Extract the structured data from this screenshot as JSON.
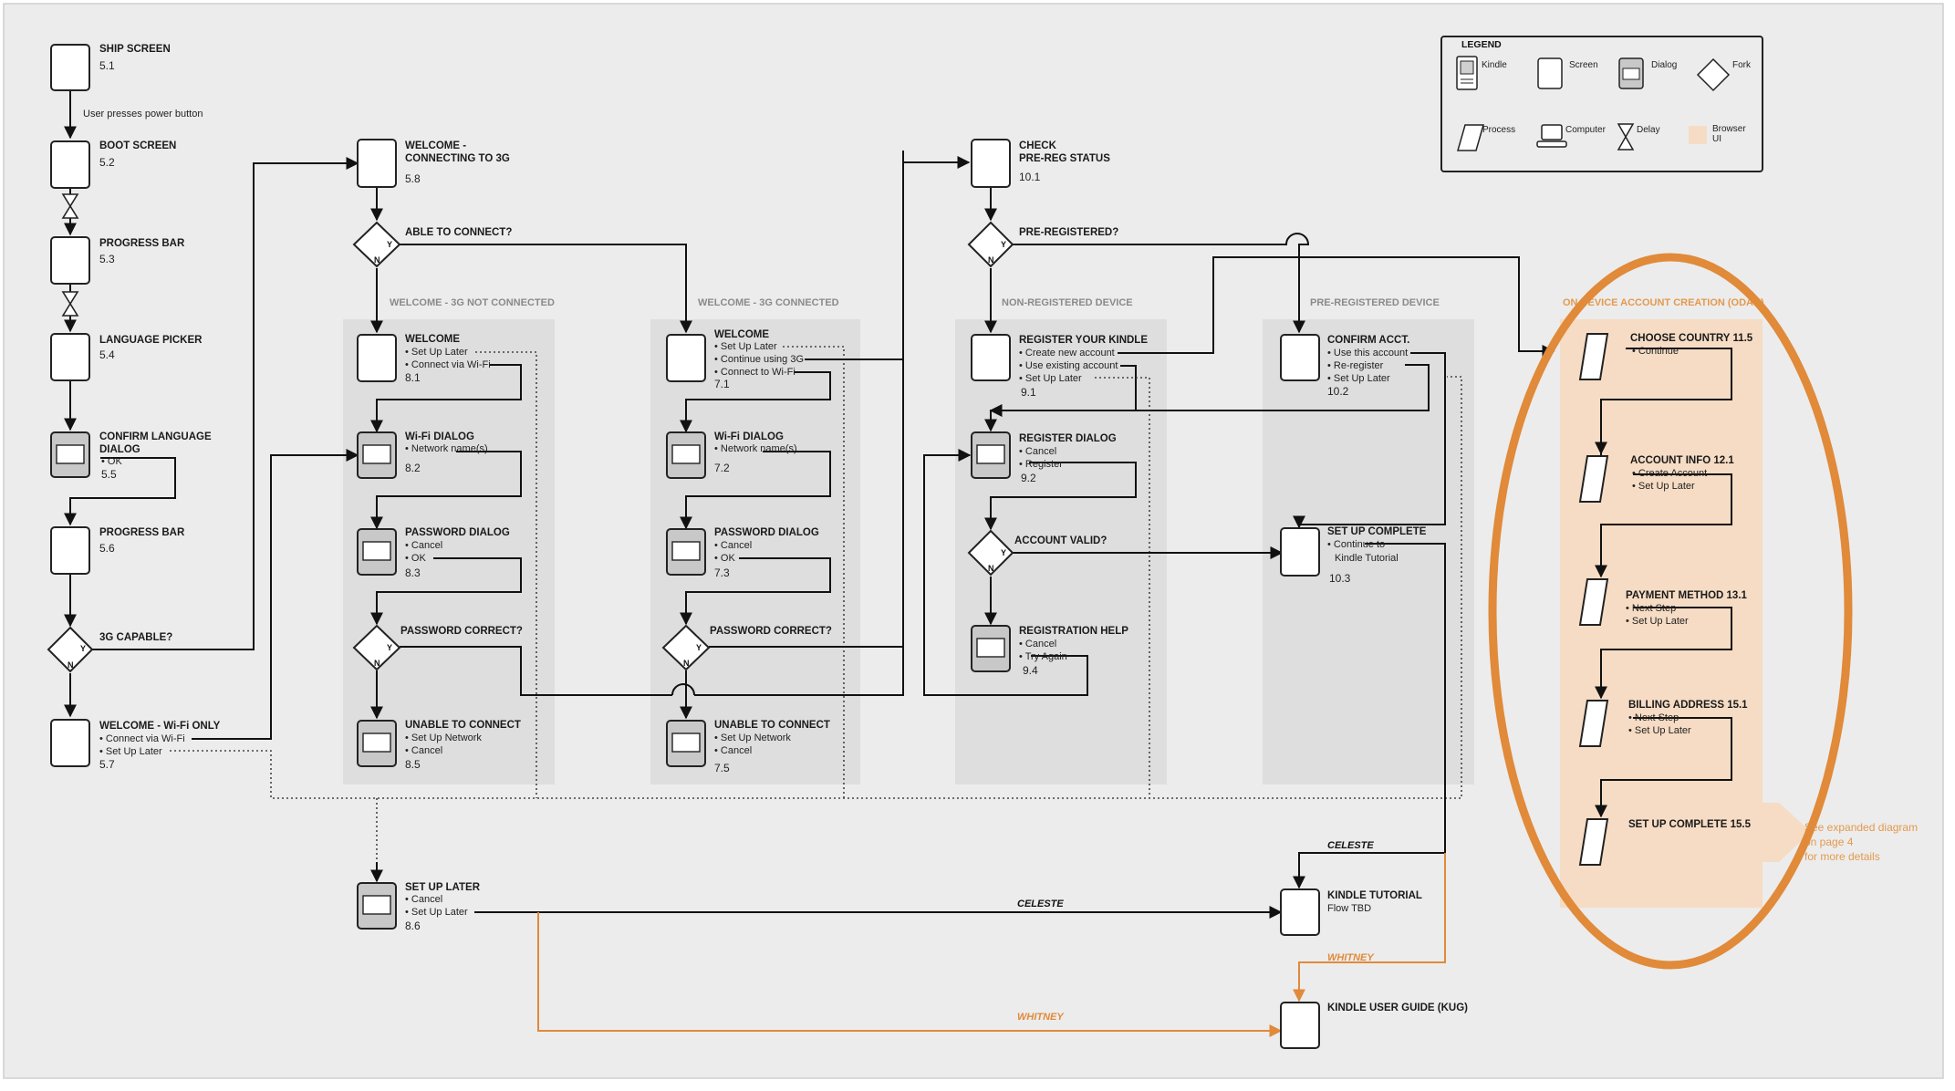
{
  "colors": {
    "accent_orange": "#e08a3a",
    "lane_grey": "#dedede",
    "browser_ui_fill": "#f6dcc4",
    "ellipse_stroke": "#e08a3a",
    "canvas": "#ececec",
    "dialog_fill": "#c8c8c8"
  },
  "legend": {
    "title": "LEGEND",
    "kindle": "Kindle",
    "screen": "Screen",
    "dialog": "Dialog",
    "fork": "Fork",
    "process": "Process",
    "computer": "Computer",
    "delay": "Delay",
    "browser_ui_1": "Browser",
    "browser_ui_2": "UI"
  },
  "lanes": {
    "l8": "WELCOME - 3G NOT CONNECTED",
    "l7": "WELCOME - 3G CONNECTED",
    "l9": "NON-REGISTERED DEVICE",
    "l10": "PRE-REGISTERED DEVICE",
    "odac": "ON DEVICE ACCOUNT CREATION (ODAC)"
  },
  "notes": {
    "power": "User presses power button",
    "celeste": "CELESTE",
    "whitney": "WHITNEY",
    "callout_1": "See expanded diagram",
    "callout_2": "on page  4",
    "callout_3": "for more details"
  },
  "forks": {
    "y": "Y",
    "n": "N",
    "f3g": "3G CAPABLE?",
    "able": "ABLE TO CONNECT?",
    "pw8": "PASSWORD CORRECT?",
    "pw7": "PASSWORD CORRECT?",
    "prereg": "PRE-REGISTERED?",
    "valid": "ACCOUNT VALID?"
  },
  "nodes": {
    "s51": {
      "title": "SHIP SCREEN",
      "num": "5.1"
    },
    "s52": {
      "title": "BOOT SCREEN",
      "num": "5.2"
    },
    "s53": {
      "title": "PROGRESS BAR",
      "num": "5.3"
    },
    "s54": {
      "title": "LANGUAGE PICKER",
      "num": "5.4"
    },
    "s55": {
      "title1": "CONFIRM LANGUAGE",
      "title2": "DIALOG",
      "o1": "• OK",
      "num": "5.5"
    },
    "s56": {
      "title": "PROGRESS BAR",
      "num": "5.6"
    },
    "s57": {
      "title": "WELCOME - Wi-Fi ONLY",
      "o1": "• Connect via Wi-Fi",
      "o2": "• Set Up Later",
      "num": "5.7"
    },
    "s58": {
      "title1": "WELCOME -",
      "title2": "CONNECTING TO 3G",
      "num": "5.8"
    },
    "s81": {
      "title": "WELCOME",
      "o1": "• Set Up Later",
      "o2": "• Connect via Wi-Fi",
      "num": "8.1"
    },
    "s82": {
      "title": "Wi-Fi DIALOG",
      "o1": "• Network name(s)",
      "num": "8.2"
    },
    "s83": {
      "title": "PASSWORD DIALOG",
      "o1": "• Cancel",
      "o2": "• OK",
      "num": "8.3"
    },
    "s85": {
      "title": "UNABLE TO CONNECT",
      "o1": "• Set Up Network",
      "o2": "• Cancel",
      "num": "8.5"
    },
    "s86": {
      "title": "SET UP LATER",
      "o1": "• Cancel",
      "o2": "• Set Up Later",
      "num": "8.6"
    },
    "s71": {
      "title": "WELCOME",
      "o1": "• Set Up Later",
      "o2": "• Continue using 3G",
      "o3": "• Connect to Wi-Fi",
      "num": "7.1"
    },
    "s72": {
      "title": "Wi-Fi DIALOG",
      "o1": "• Network name(s)",
      "num": "7.2"
    },
    "s73": {
      "title": "PASSWORD DIALOG",
      "o1": "• Cancel",
      "o2": "• OK",
      "num": "7.3"
    },
    "s75": {
      "title": "UNABLE TO CONNECT",
      "o1": "• Set Up Network",
      "o2": "• Cancel",
      "num": "7.5"
    },
    "s101": {
      "title1": "CHECK",
      "title2": "PRE-REG STATUS",
      "num": "10.1"
    },
    "s91": {
      "title": "REGISTER YOUR KINDLE",
      "o1": "• Create new account",
      "o2": "• Use existing account",
      "o3": "• Set Up Later",
      "num": "9.1"
    },
    "s92": {
      "title": "REGISTER DIALOG",
      "o1": "• Cancel",
      "o2": "• Register",
      "num": "9.2"
    },
    "s94": {
      "title": "REGISTRATION HELP",
      "o1": "• Cancel",
      "o2": "• Try Again",
      "num": "9.4"
    },
    "s102": {
      "title": "CONFIRM ACCT.",
      "o1": "• Use this account",
      "o2": "• Re-register",
      "o3": "• Set Up Later",
      "num": "10.2"
    },
    "s103": {
      "title": "SET UP COMPLETE",
      "o1": "• Continue to",
      "o2": "Kindle Tutorial",
      "num": "10.3"
    },
    "kt": {
      "title": "KINDLE TUTORIAL",
      "o1": "Flow TBD"
    },
    "kug": {
      "title": "KINDLE USER GUIDE (KUG)"
    },
    "o115": {
      "title": "CHOOSE COUNTRY 11.5",
      "o1": "• Continue"
    },
    "o121": {
      "title": "ACCOUNT INFO 12.1",
      "o1": "• Create Account",
      "o2": "• Set Up Later"
    },
    "o131": {
      "title": "PAYMENT METHOD 13.1",
      "o1": "• Next Step",
      "o2": "• Set Up Later"
    },
    "o151": {
      "title": "BILLING ADDRESS 15.1",
      "o1": "• Next Step",
      "o2": "• Set Up Later"
    },
    "o155": {
      "title": "SET UP COMPLETE 15.5"
    }
  }
}
